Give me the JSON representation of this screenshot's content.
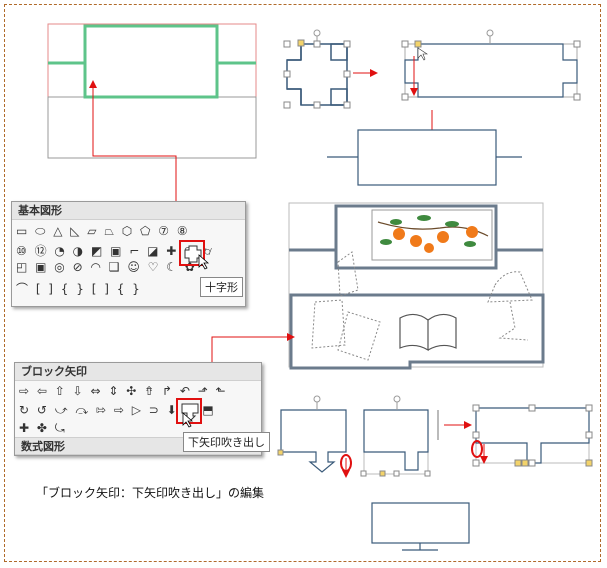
{
  "shapes_panel": {
    "title": "基本図形",
    "tooltip": "十字形",
    "rows": [
      "▭ ⬭ △ ◺ ▱ ⏢ ⬡ ⬠ ⑦ ⑧",
      "⑩ ⑫ ◔ ◑ ◩ ▣ ⌐ ◪ ✚ ▢ ⌭",
      "◰ ▣ ◎ ⊘ ◠ ❑ ☺ ♡ ☾ ✿",
      "⌒ [ ] { } [ ] { }"
    ]
  },
  "block_arrows_panel": {
    "title": "ブロック矢印",
    "tooltip": "下矢印吹き出し",
    "footer": "数式図形",
    "rows": [
      "⇨ ⇦ ⇧ ⇩ ⇔ ⇕ ✣ ⇮ ↱ ↶ ⬏ ⬑",
      "↻ ↺ ⤻ ⤼ ⇰ ⇨ ▷ ⊃ ⬇ ⬉ ⬒",
      "✚ ✤ ⤿"
    ]
  },
  "caption": "「ブロック矢印：下矢印吹き出し」の編集",
  "icons": {
    "cross_shape": "cross-shape-icon",
    "down_arrow_callout": "down-arrow-callout-icon",
    "cursor": "mouse-cursor-icon"
  },
  "colors": {
    "accent_arrow": "#e01010",
    "shape_outline": "#3a5a7a",
    "green_outline": "#5ec48a",
    "frame_dash": "#b06a2a"
  }
}
